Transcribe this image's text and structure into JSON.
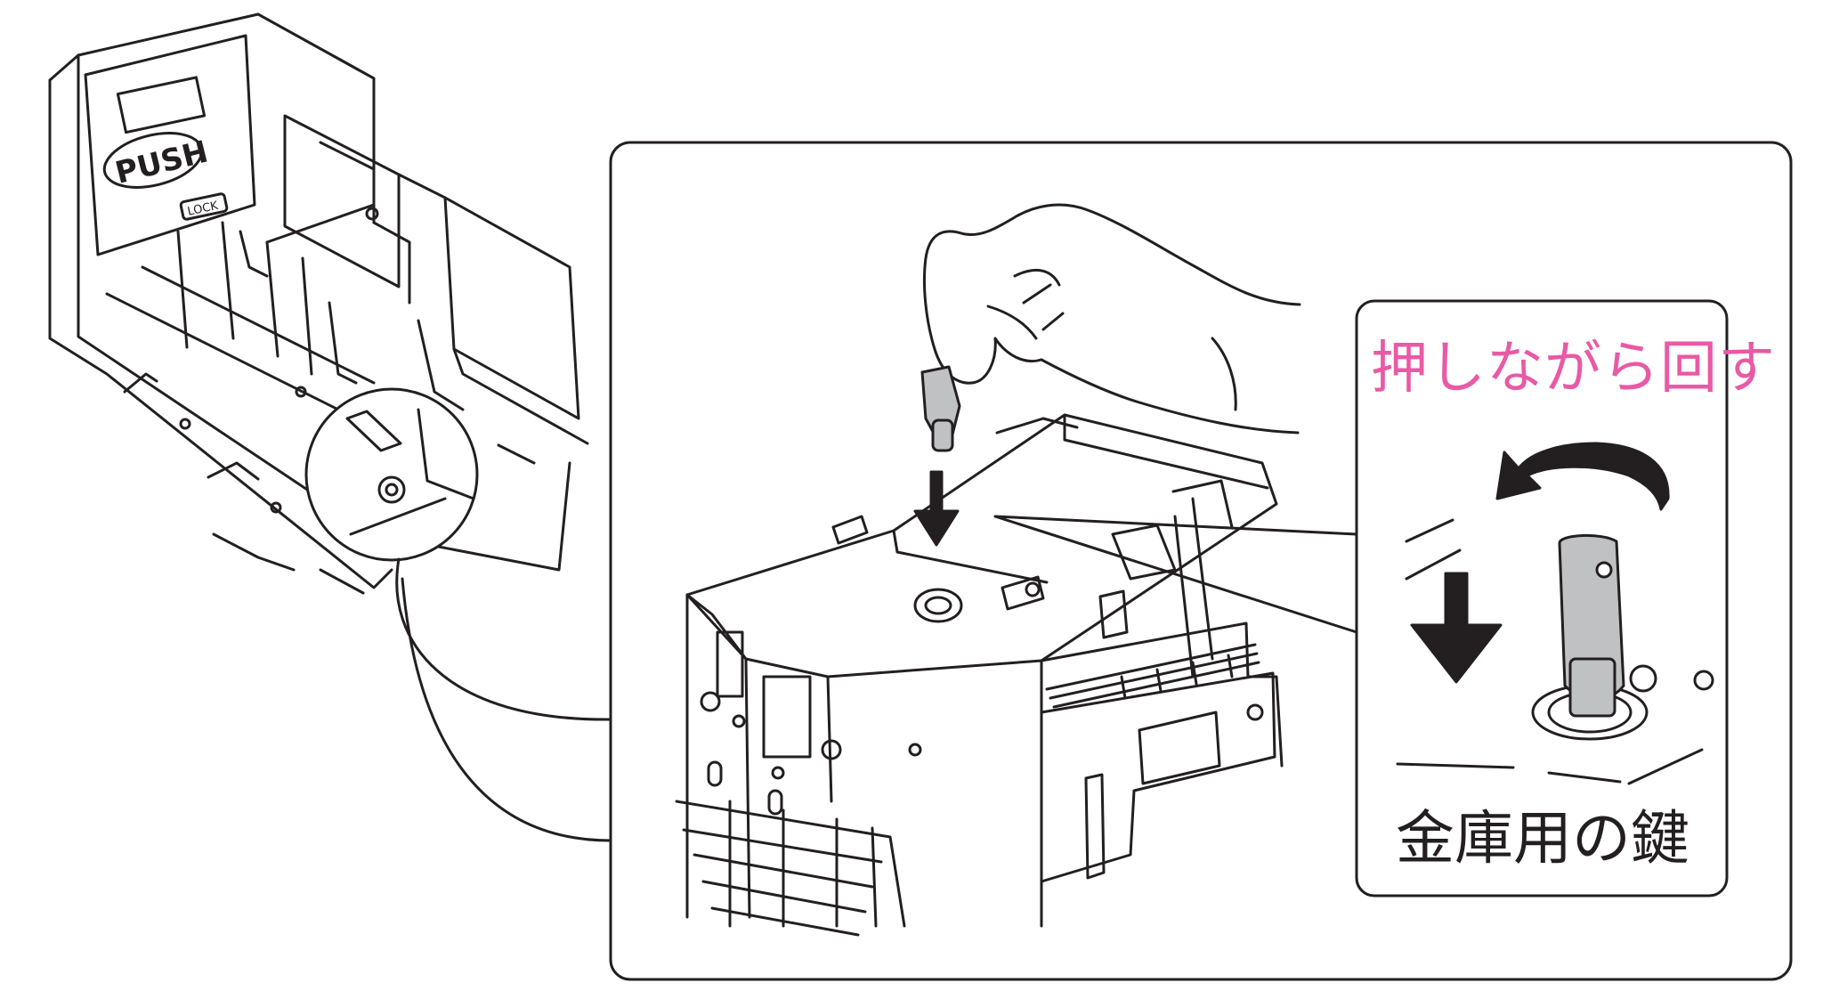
{
  "labels": {
    "instruction": "押しながら回す",
    "key": "金庫用の鍵",
    "push": "PUSH",
    "lock": "LOCK"
  },
  "colors": {
    "line": "#231f20",
    "instruction_text": "#e85aa6",
    "key_fill": "#bfc1c2",
    "background": "#ffffff"
  },
  "icons": [
    "hand-icon",
    "key-icon",
    "down-arrow-icon",
    "rotate-arrow-icon"
  ]
}
